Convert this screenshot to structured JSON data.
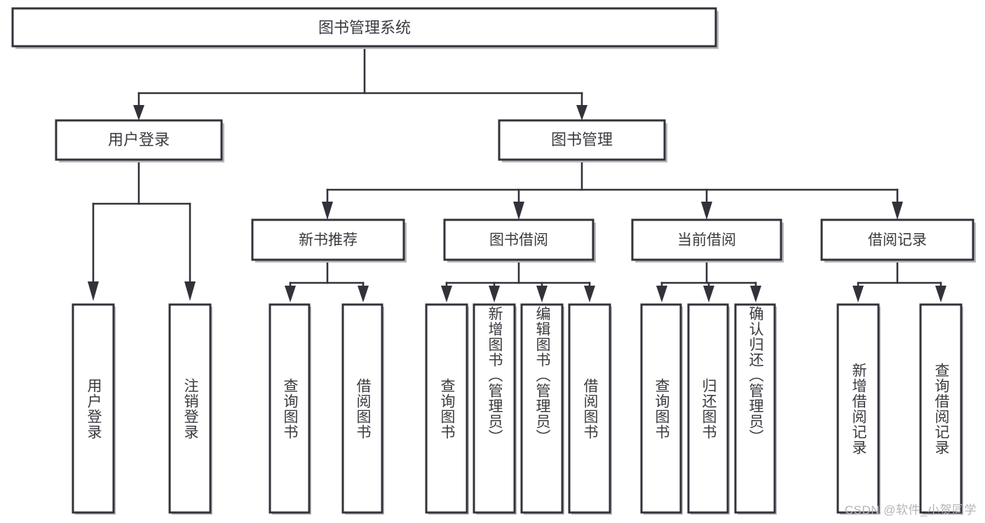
{
  "diagram": {
    "type": "tree",
    "title": "图书管理系统",
    "root": {
      "id": "root",
      "label": "图书管理系统",
      "orientation": "horizontal"
    },
    "level1": [
      {
        "id": "user-login",
        "label": "用户登录",
        "orientation": "horizontal"
      },
      {
        "id": "book-manage",
        "label": "图书管理",
        "orientation": "horizontal"
      }
    ],
    "level2": [
      {
        "id": "new-book-recommend",
        "label": "新书推荐",
        "orientation": "horizontal",
        "parent": "book-manage"
      },
      {
        "id": "book-borrow",
        "label": "图书借阅",
        "orientation": "horizontal",
        "parent": "book-manage"
      },
      {
        "id": "current-borrow",
        "label": "当前借阅",
        "orientation": "horizontal",
        "parent": "book-manage"
      },
      {
        "id": "borrow-record",
        "label": "借阅记录",
        "orientation": "horizontal",
        "parent": "book-manage"
      }
    ],
    "leaves": [
      {
        "id": "leaf-user-login",
        "label": "用户登录",
        "orientation": "vertical",
        "parent": "user-login"
      },
      {
        "id": "leaf-user-logout",
        "label": "注销登录",
        "orientation": "vertical",
        "parent": "user-login"
      },
      {
        "id": "leaf-query-book-1",
        "label": "查询图书",
        "orientation": "vertical",
        "parent": "new-book-recommend"
      },
      {
        "id": "leaf-borrow-book-1",
        "label": "借阅图书",
        "orientation": "vertical",
        "parent": "new-book-recommend"
      },
      {
        "id": "leaf-query-book-2",
        "label": "查询图书",
        "orientation": "vertical",
        "parent": "book-borrow"
      },
      {
        "id": "leaf-add-book",
        "label": "新增图书（管理员）",
        "orientation": "vertical",
        "parent": "book-borrow"
      },
      {
        "id": "leaf-edit-book",
        "label": "编辑图书（管理员）",
        "orientation": "vertical",
        "parent": "book-borrow"
      },
      {
        "id": "leaf-borrow-book-2",
        "label": "借阅图书",
        "orientation": "vertical",
        "parent": "book-borrow"
      },
      {
        "id": "leaf-query-book-3",
        "label": "查询图书",
        "orientation": "vertical",
        "parent": "current-borrow"
      },
      {
        "id": "leaf-return-book",
        "label": "归还图书",
        "orientation": "vertical",
        "parent": "current-borrow"
      },
      {
        "id": "leaf-confirm-return",
        "label": "确认归还（管理员）",
        "orientation": "vertical",
        "parent": "current-borrow"
      },
      {
        "id": "leaf-add-record",
        "label": "新增借阅记录",
        "orientation": "vertical",
        "parent": "borrow-record"
      },
      {
        "id": "leaf-query-record",
        "label": "查询借阅记录",
        "orientation": "vertical",
        "parent": "borrow-record"
      }
    ],
    "colors": {
      "box_stroke": "#32323a",
      "box_fill": "#ffffff",
      "connector": "#32323a",
      "text": "#3a3a40",
      "background": "#ffffff",
      "watermark": "#b4b4b8"
    }
  },
  "watermark": {
    "text": "CSDN @软件_小贺同学"
  }
}
